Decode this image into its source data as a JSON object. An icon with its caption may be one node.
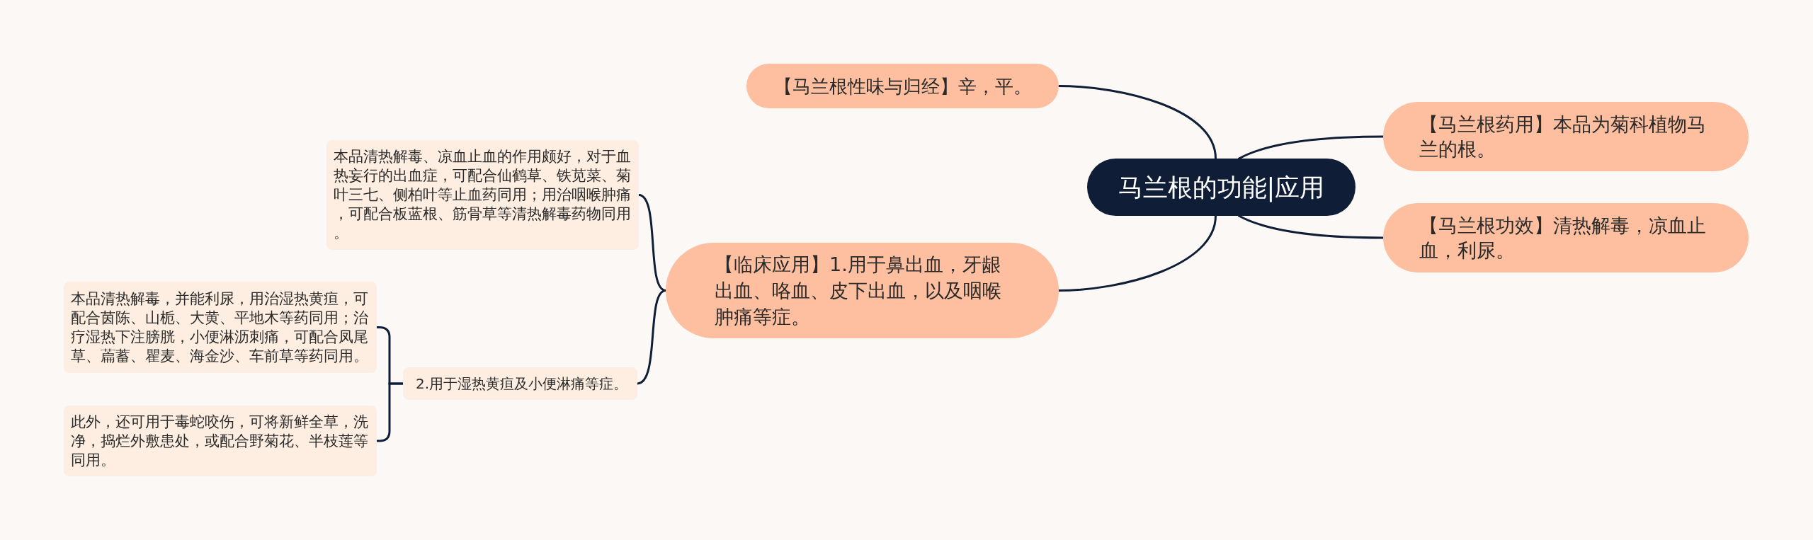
{
  "diagram": {
    "nodes": [
      {
        "text": [
          "马兰根的功能|应用"
        ]
      },
      {
        "text": [
          "【马兰根性味与归经】辛，平。"
        ]
      },
      {
        "text": [
          "【马兰根药用】本品为菊科植物马兰的根。"
        ]
      },
      {
        "text": [
          "【马兰根功效】清热解毒，凉血止血，利尿。"
        ]
      },
      {
        "text": [
          "【临床应用】1.用于鼻出血，牙龈出血、咯血、皮下出血，以及咽喉肿痛等症。"
        ]
      },
      {
        "text": [
          "本品清热解毒、凉血止血的作用颇好，对于血热妄行的出血症，可配合仙鹤草、铁苋菜、菊叶三七、侧柏叶等止血药同用；用治咽喉肿痛，可配合板蓝根、筋骨草等清热解毒药物同用。"
        ]
      },
      {
        "text": [
          "2.用于湿热黄疸及小便淋痛等症。"
        ]
      },
      {
        "text": [
          "本品清热解毒，并能利尿，用治湿热黄疸，可配合茵陈、山栀、大黄、平地木等药同用；治疗湿热下注膀胱，小便淋沥刺痛，可配合凤尾草、萹蓄、瞿麦、海金沙、车前草等药同用。"
        ]
      },
      {
        "text": [
          "此外，还可用于毒蛇咬伤，可将新鲜全草，洗净，捣烂外敷患处，或配合野菊花、半枝莲等同用。"
        ]
      }
    ],
    "edges": [
      {
        "from": 0,
        "to": 1,
        "arrow": "none"
      },
      {
        "from": 0,
        "to": 2,
        "arrow": "none"
      },
      {
        "from": 0,
        "to": 3,
        "arrow": "none"
      },
      {
        "from": 0,
        "to": 4,
        "arrow": "none"
      },
      {
        "from": 4,
        "to": 5,
        "arrow": "none"
      },
      {
        "from": 4,
        "to": 6,
        "arrow": "none"
      },
      {
        "from": 6,
        "to": 7,
        "arrow": "none"
      },
      {
        "from": 6,
        "to": 8,
        "arrow": "none"
      }
    ]
  }
}
